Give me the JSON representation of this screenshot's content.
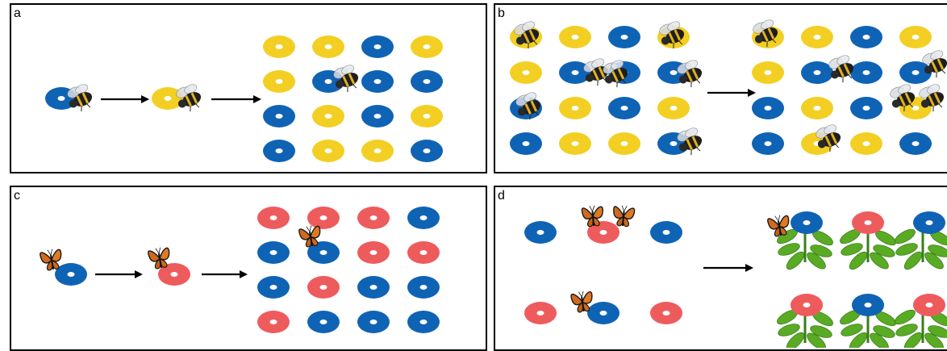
{
  "panels": [
    {
      "label": "a"
    },
    {
      "label": "b"
    },
    {
      "label": "c"
    },
    {
      "label": "d"
    }
  ],
  "colors": {
    "blue": "#0f63b5",
    "yellow": "#f3cf23",
    "red": "#ee5b5c",
    "leaf": "#5aab24",
    "leaf_dark": "#3a7d1a",
    "arrow": "#000000"
  },
  "icons": [
    "bee-icon",
    "butterfly-icon",
    "plant-icon",
    "flower-disc-icon",
    "arrow-icon"
  ]
}
